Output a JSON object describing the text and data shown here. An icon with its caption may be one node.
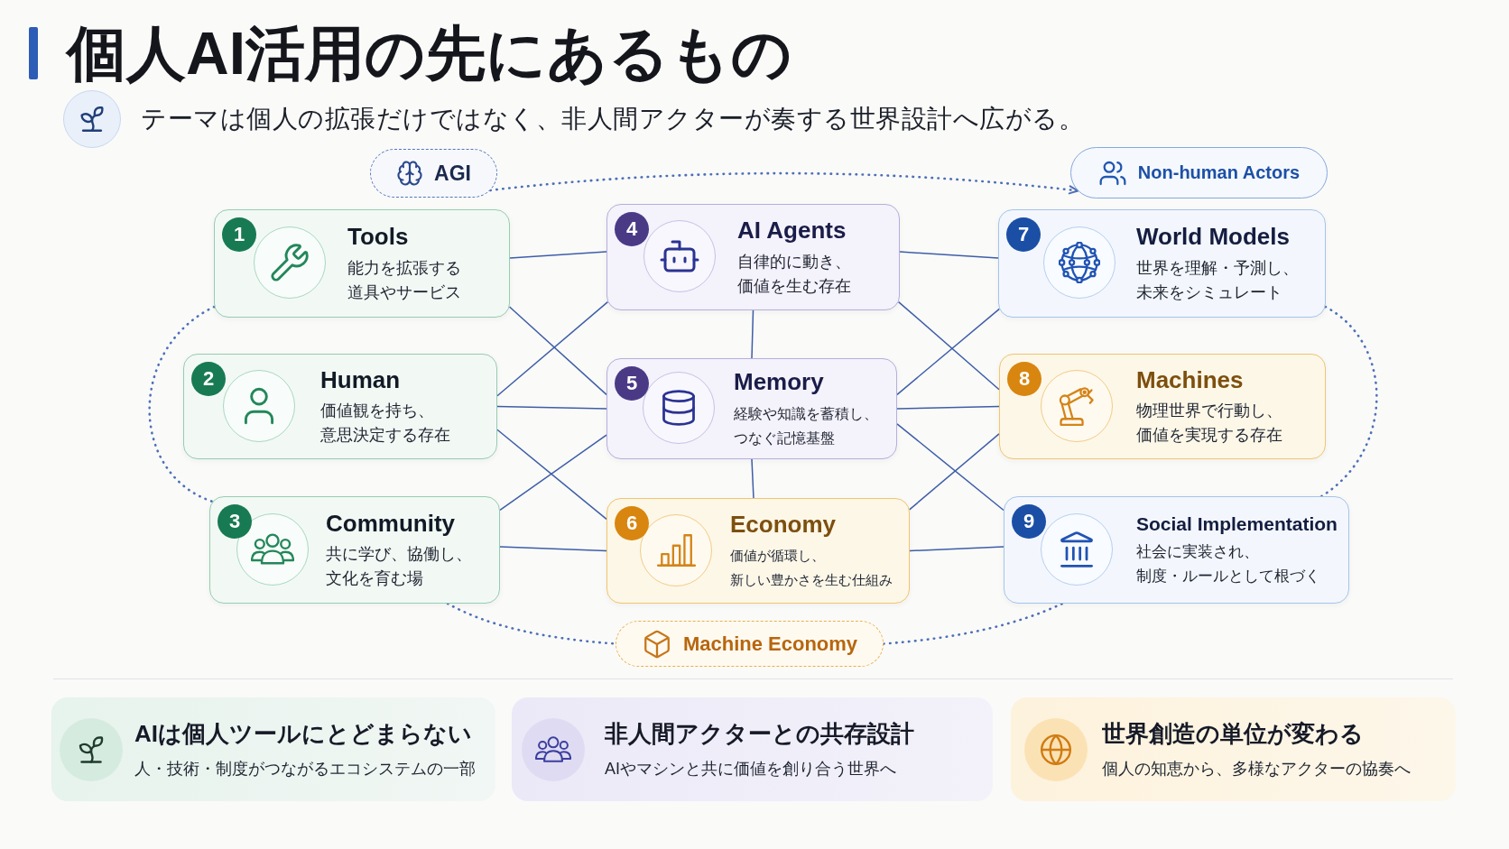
{
  "diagram": {
    "title": "個人AI活用の先にあるもの",
    "nodes": [
      {
        "text": [
          "AGI"
        ]
      },
      {
        "text": [
          "Non-human Actors"
        ]
      },
      {
        "text": [
          "1",
          "Tools",
          "能力を拡張する道具やサービス"
        ]
      },
      {
        "text": [
          "2",
          "Human",
          "価値観を持ち、意思決定する存在"
        ]
      },
      {
        "text": [
          "3",
          "Community",
          "共に学び、協働し、文化を育む場"
        ]
      },
      {
        "text": [
          "4",
          "AI Agents",
          "自律的に動き、価値を生む存在"
        ]
      },
      {
        "text": [
          "5",
          "Memory",
          "経験や知識を蓄積し、つなぐ記憶基盤"
        ]
      },
      {
        "text": [
          "6",
          "Economy",
          "価値が循環し、新しい豊かさを生む仕組み"
        ]
      },
      {
        "text": [
          "7",
          "World Models",
          "世界を理解・予測し、未来をシミュレート"
        ]
      },
      {
        "text": [
          "8",
          "Machines",
          "物理世界で行動し、価値を実現する存在"
        ]
      },
      {
        "text": [
          "9",
          "Social Implementation",
          "社会に実装され、制度・ルールとして根づく"
        ]
      },
      {
        "text": [
          "Machine Economy"
        ]
      },
      {
        "text": [
          "AIは個人ツールにとどまらない",
          "人・技術・制度がつながるエコシステムの一部"
        ]
      },
      {
        "text": [
          "非人間アクターとの共存設計",
          "AIやマシンと共に価値を創り合う世界へ"
        ]
      },
      {
        "text": [
          "世界創造の単位が変わる",
          "個人の知恵から、多様なアクターの協奏へ"
        ]
      }
    ],
    "edges": [
      {
        "from": 0,
        "to": 1,
        "arrow": "to",
        "style": "dashed"
      },
      {
        "from": 2,
        "to": 5,
        "arrow": "none"
      },
      {
        "from": 2,
        "to": 6,
        "arrow": "none"
      },
      {
        "from": 3,
        "to": 5,
        "arrow": "none"
      },
      {
        "from": 3,
        "to": 6,
        "arrow": "none"
      },
      {
        "from": 3,
        "to": 7,
        "arrow": "none"
      },
      {
        "from": 4,
        "to": 6,
        "arrow": "none"
      },
      {
        "from": 4,
        "to": 7,
        "arrow": "none"
      },
      {
        "from": 5,
        "to": 6,
        "arrow": "none"
      },
      {
        "from": 6,
        "to": 7,
        "arrow": "none"
      },
      {
        "from": 5,
        "to": 8,
        "arrow": "none"
      },
      {
        "from": 5,
        "to": 9,
        "arrow": "none"
      },
      {
        "from": 6,
        "to": 8,
        "arrow": "none"
      },
      {
        "from": 6,
        "to": 9,
        "arrow": "none"
      },
      {
        "from": 6,
        "to": 10,
        "arrow": "none"
      },
      {
        "from": 7,
        "to": 9,
        "arrow": "none"
      },
      {
        "from": 7,
        "to": 10,
        "arrow": "none"
      },
      {
        "from": 2,
        "to": 4,
        "arrow": "none",
        "style": "dashed"
      },
      {
        "from": 8,
        "to": 10,
        "arrow": "none",
        "style": "dashed"
      },
      {
        "from": 4,
        "to": 11,
        "arrow": "none",
        "style": "dashed"
      },
      {
        "from": 11,
        "to": 10,
        "arrow": "none",
        "style": "dashed"
      }
    ],
    "labels": [
      "テーマは個人の拡張だけではなく、非人間アクターが奏する世界設計へ広がる。"
    ]
  }
}
